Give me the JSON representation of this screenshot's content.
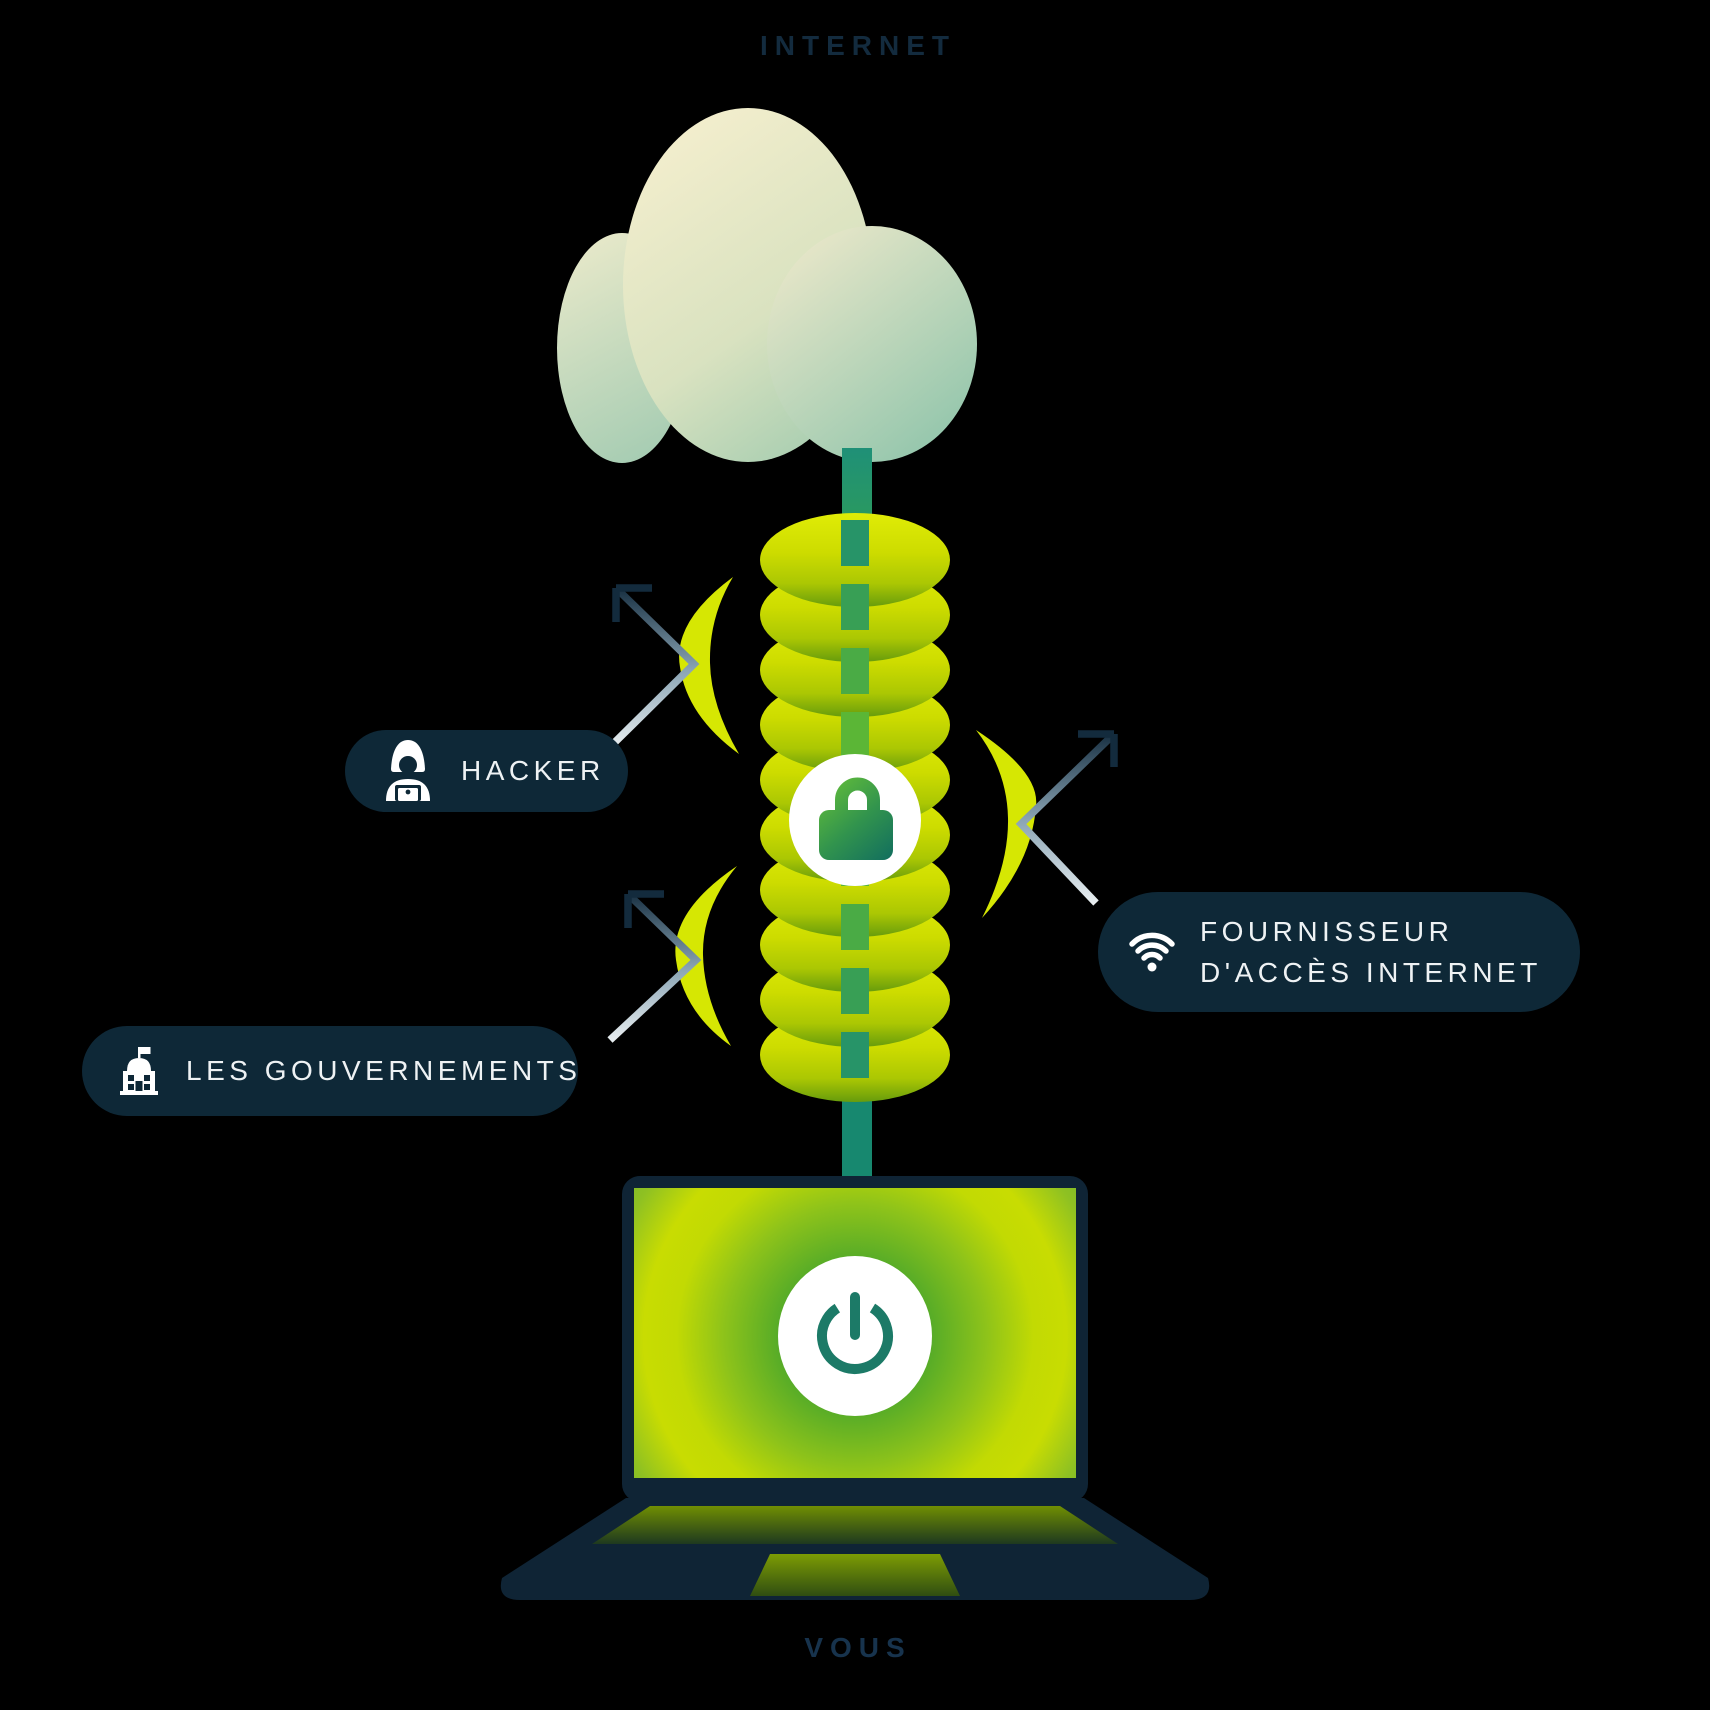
{
  "illustration": {
    "top_label": "INTERNET",
    "bottom_label": "VOUS",
    "pills": {
      "hacker": {
        "label": "HACKER",
        "icon": "hacker-icon"
      },
      "isp": {
        "line1": "FOURNISSEUR",
        "line2": "D'ACCÈS INTERNET",
        "icon": "wifi-icon"
      },
      "governments": {
        "label": "LES GOUVERNEMENTS",
        "icon": "government-building-icon"
      }
    },
    "icons": [
      "cloud",
      "lock-icon",
      "power-icon",
      "laptop",
      "hacker-icon",
      "wifi-icon",
      "government-building-icon",
      "deflected-arrow",
      "shield-crescent"
    ],
    "colors": {
      "background": "#000000",
      "pill_navy": "#0e2837",
      "tunnel_lime": "#cddc00",
      "stem_teal": "#1e9077",
      "lock_green": "#58b43a",
      "lock_teal": "#0e6a60",
      "cloud_cream": "#f3eecd",
      "cloud_sage": "#96c6ab",
      "label_navy": "#132b3e",
      "pill_text": "#eef2f4"
    }
  }
}
